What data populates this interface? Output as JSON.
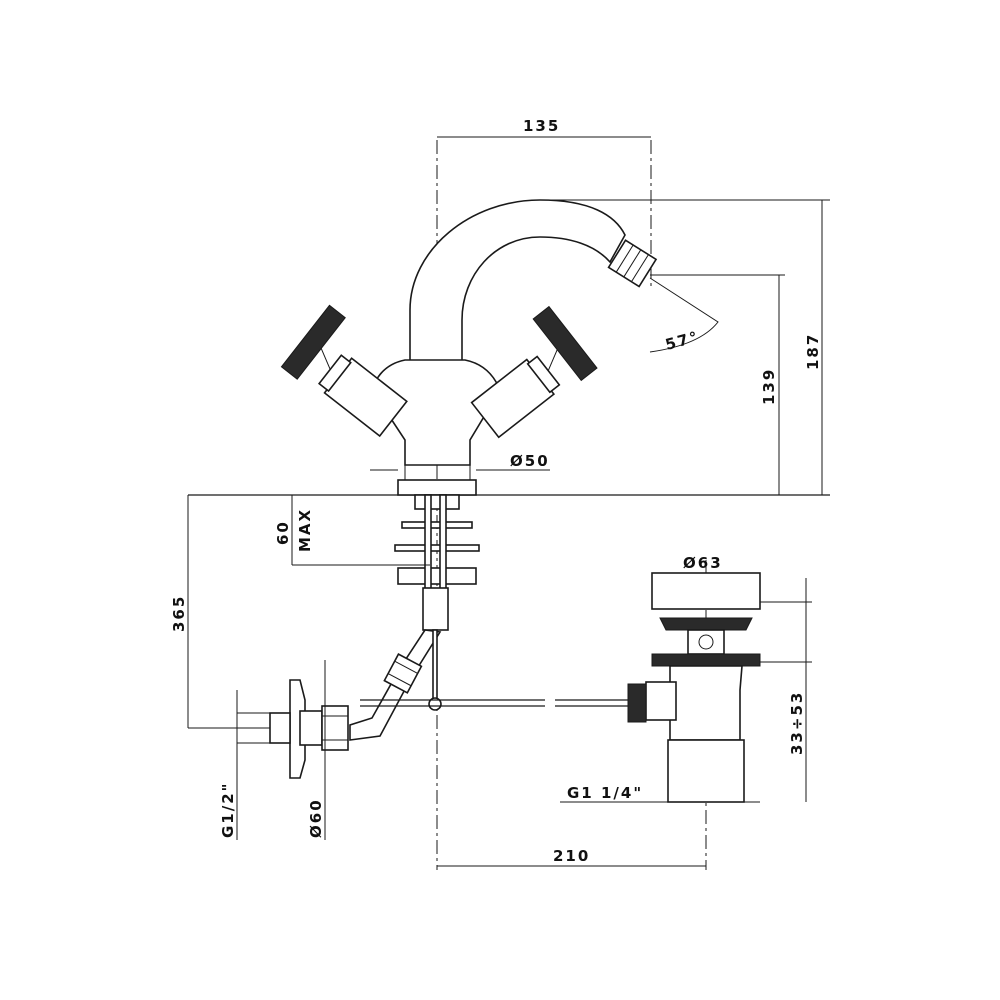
{
  "dimensions": {
    "spout_reach": "135",
    "total_height": "187",
    "spout_height": "139",
    "spray_angle": "57°",
    "base_diameter": "Ø50",
    "max_deck_thickness_value": "60",
    "max_deck_thickness_label": "MAX",
    "under_deck_length": "365",
    "waste_diameter": "Ø63",
    "waste_range": "33÷53",
    "waste_thread": "G1 1/4\"",
    "supply_thread": "G1/2\"",
    "flange_diameter": "Ø60",
    "waste_distance": "210"
  },
  "colors": {
    "line": "#1a1a1a",
    "fill_dark": "#2a2a2a",
    "background": "#ffffff"
  }
}
